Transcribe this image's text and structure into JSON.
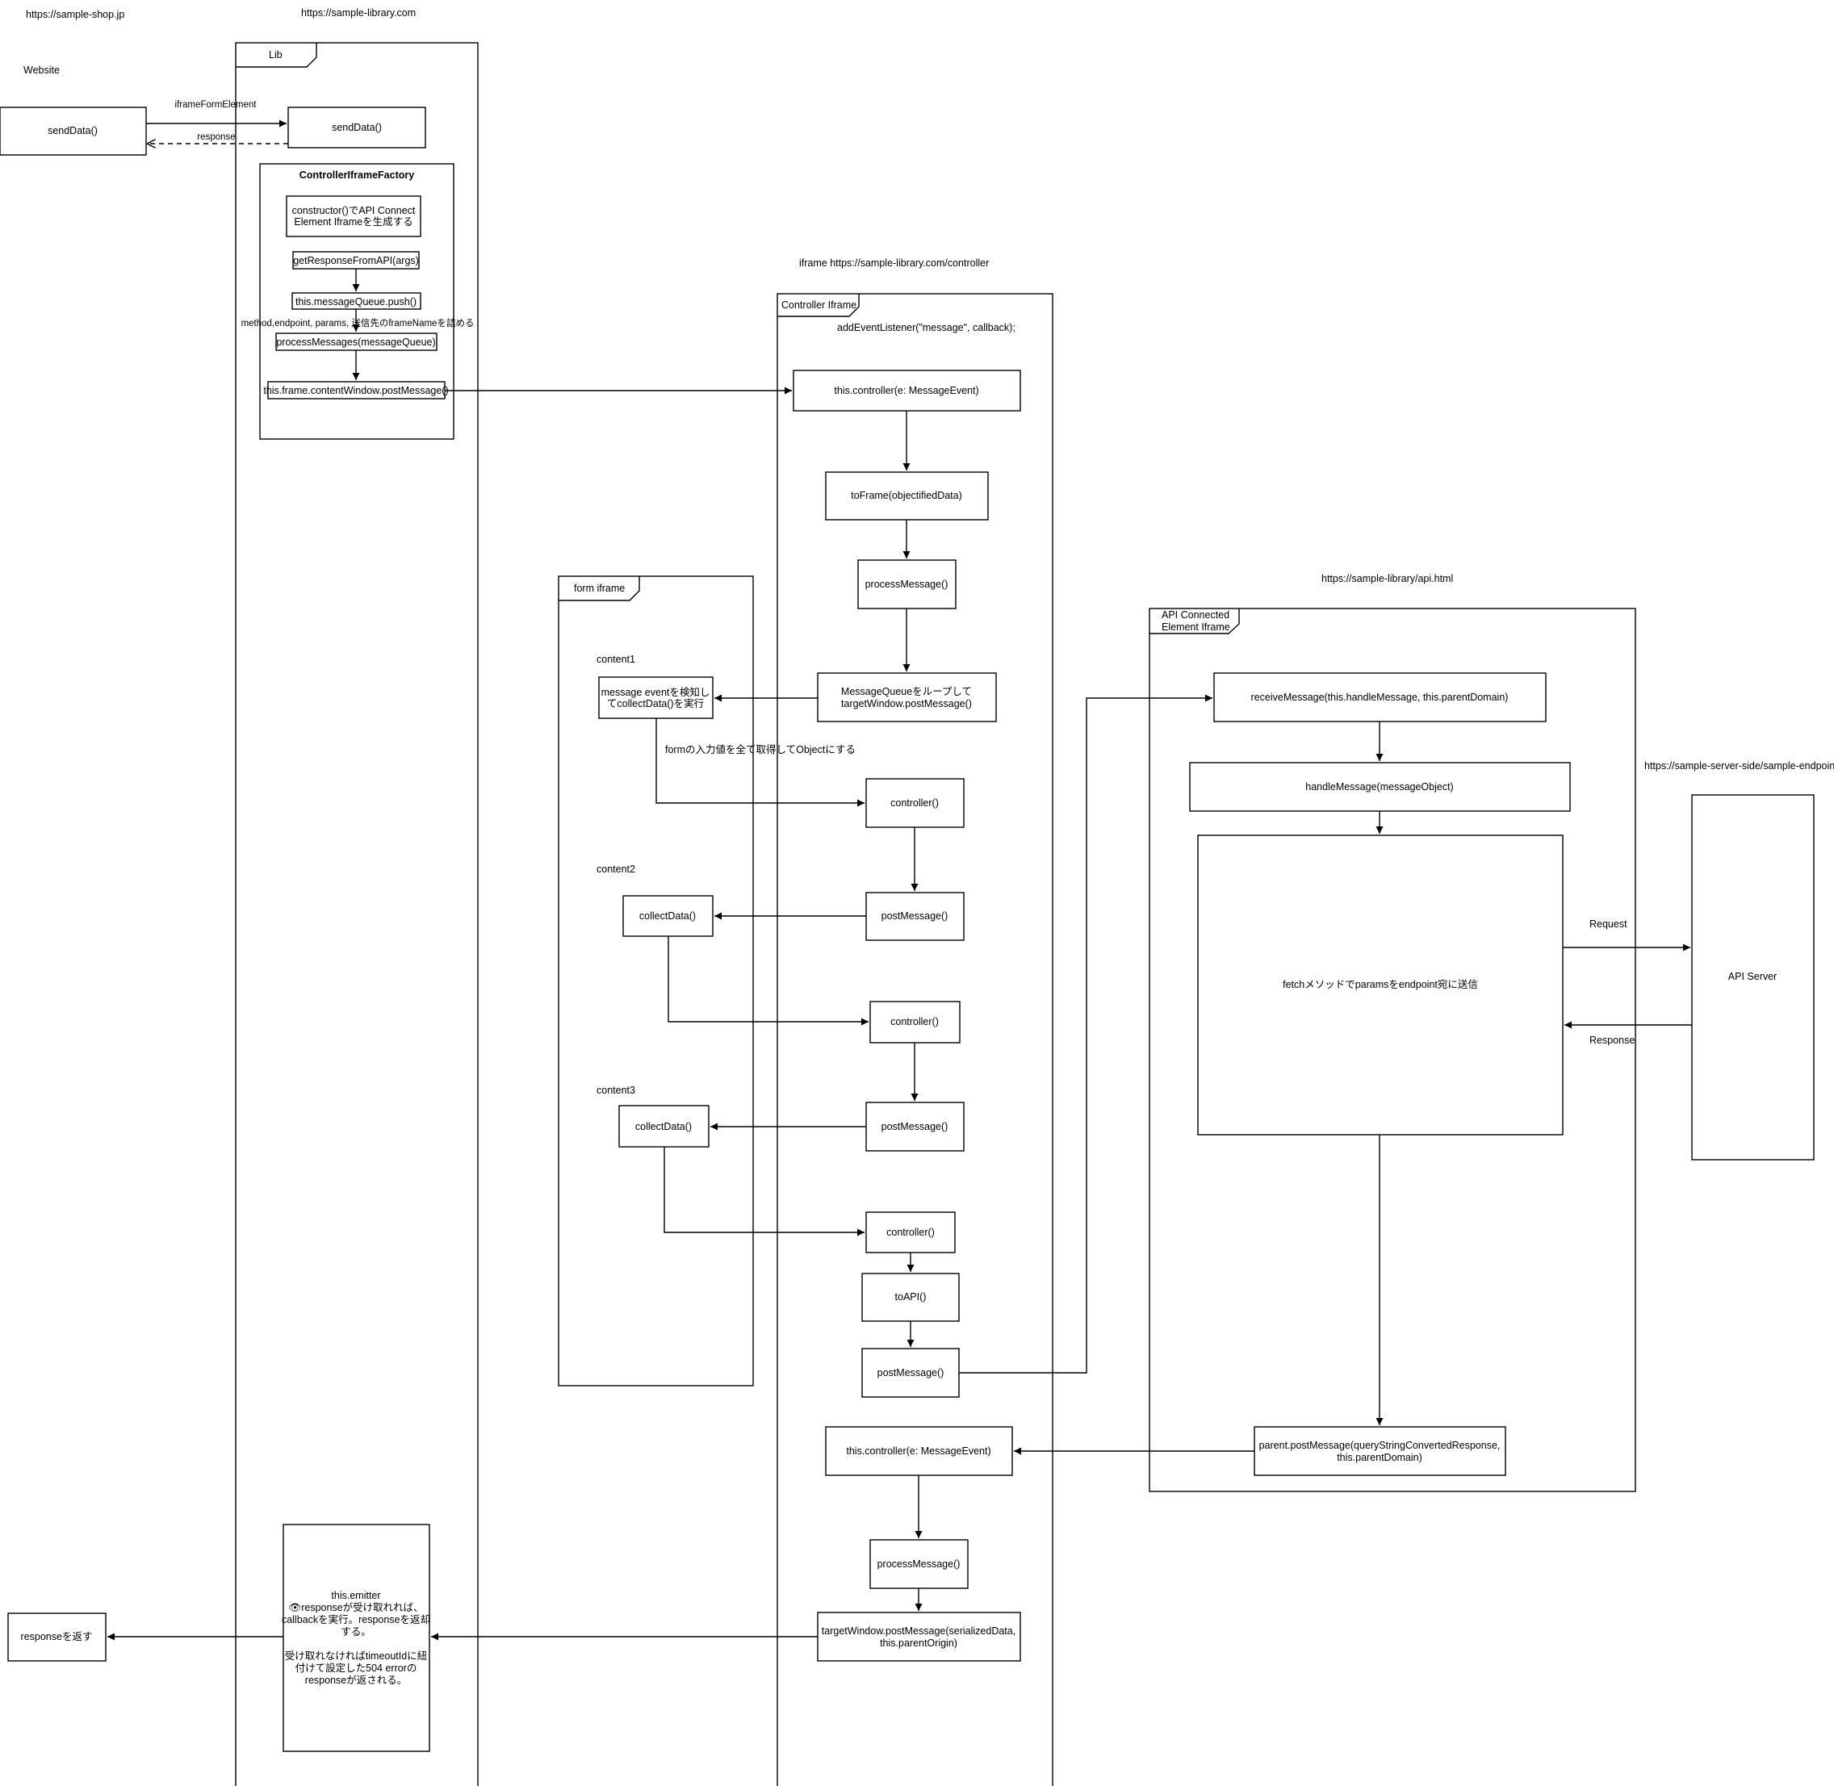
{
  "domains": {
    "shop": "https://sample-shop.jp",
    "library": "https://sample-library.com",
    "controller_iframe": "iframe https://sample-library.com/controller",
    "api_html": "https://sample-library/api.html",
    "server_endpoint": "https://sample-server-side/sample-endpoint"
  },
  "website": {
    "label": "Website",
    "send_data": "sendData()",
    "response_return": "responseを返す"
  },
  "lib": {
    "frame_label": "Lib",
    "send_data": "sendData()",
    "edge_iframe_form_element": "iframeFormElement",
    "edge_response": "response",
    "factory": {
      "title": "ControllerIframeFactory",
      "constructor_line1": "constructor()でAPI Connect",
      "constructor_line2": "Element Iframeを生成する",
      "get_response": "getResponseFromAPI(args)",
      "message_queue_push": "this.messageQueue.push()",
      "queue_note": "method,endpoint, params, 送信先のframeNameを詰める",
      "process_messages": "processMessages(messageQueue)",
      "post_message": "this.frame.contentWindow.postMessage()"
    },
    "emitter": {
      "line1": "this.emitter",
      "line2": "👁responseが受け取れれば、",
      "line3": "callbackを実行。responseを返却",
      "line4": "する。",
      "line5": "",
      "line6": "受け取れなければtimeoutIdに紐",
      "line7": "付けて設定した504 errorの",
      "line8": "responseが返される。"
    }
  },
  "controller": {
    "frame_label": "Controller Iframe",
    "listener": "addEventListener(\"message\", callback);",
    "controller_event": "this.controller(e: MessageEvent)",
    "to_frame": "toFrame(objectifiedData)",
    "process_message": "processMessage()",
    "queue_loop_line1": "MessageQueueをループして",
    "queue_loop_line2": "targetWindow.postMessage()",
    "controller_fn": "controller()",
    "post_message": "postMessage()",
    "to_api": "toAPI()",
    "target_post_line1": "targetWindow.postMessage(serializedData,",
    "target_post_line2": "this.parentOrigin)"
  },
  "form_iframe": {
    "frame_label": "form iframe",
    "content1": "content1",
    "content2": "content2",
    "content3": "content3",
    "detect_line1": "message eventを検知し",
    "detect_line2": "てcollectData()を実行",
    "collect_data": "collectData()",
    "form_note": "formの入力値を全て取得してObjectにする"
  },
  "api_iframe": {
    "frame_label_line1": "API Connected",
    "frame_label_line2": "Element Iframe",
    "receive_message": "receiveMessage(this.handleMessage, this.parentDomain)",
    "handle_message": "handleMessage(messageObject)",
    "fetch_note": "fetchメソッドでparamsをendpoint宛に送信",
    "parent_post_line1": "parent.postMessage(queryStringConvertedResponse,",
    "parent_post_line2": "this.parentDomain)"
  },
  "server": {
    "label": "API Server",
    "request": "Request",
    "response": "Response"
  }
}
